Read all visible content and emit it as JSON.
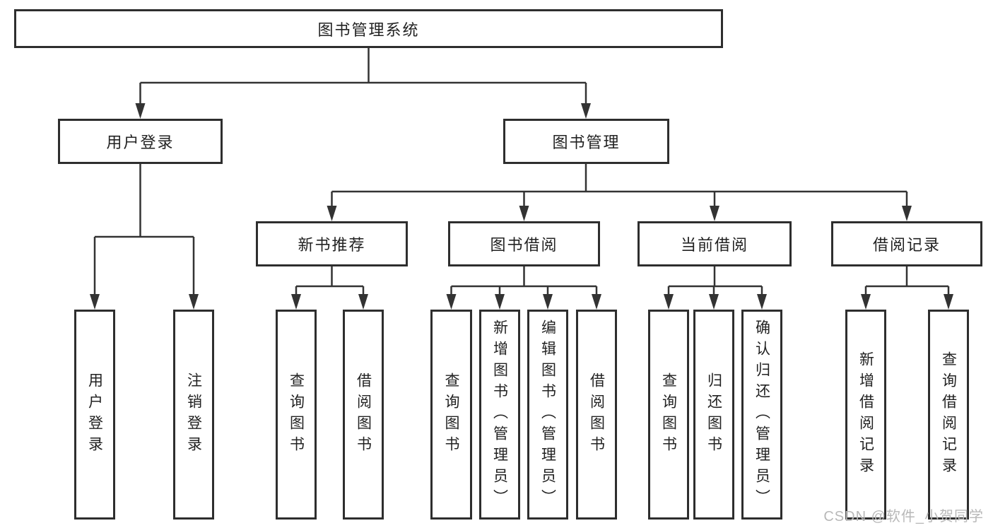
{
  "title": {
    "root": "图书管理系统"
  },
  "level1": [
    {
      "label": "用户登录"
    },
    {
      "label": "图书管理"
    }
  ],
  "level2": [
    {
      "label": "新书推荐"
    },
    {
      "label": "图书借阅"
    },
    {
      "label": "当前借阅"
    },
    {
      "label": "借阅记录"
    }
  ],
  "groups": {
    "login": [
      {
        "label": "用户登录"
      },
      {
        "label": "注销登录"
      }
    ],
    "recommend": [
      {
        "label": "查询图书"
      },
      {
        "label": "借阅图书"
      }
    ],
    "borrow": [
      {
        "label": "查询图书"
      },
      {
        "label": "新增图书（管理员）"
      },
      {
        "label": "编辑图书（管理员）"
      },
      {
        "label": "借阅图书"
      }
    ],
    "current": [
      {
        "label": "查询图书"
      },
      {
        "label": "归还图书"
      },
      {
        "label": "确认归还（管理员）"
      }
    ],
    "records": [
      {
        "label": "新增借阅记录"
      },
      {
        "label": "查询借阅记录"
      }
    ]
  },
  "watermark": "CSDN @软件_小贺同学",
  "colors": {
    "line": "#333333",
    "box_border": "#2e2e2e",
    "text": "#222222",
    "watermark": "#b8b8b8",
    "background": "#ffffff"
  }
}
